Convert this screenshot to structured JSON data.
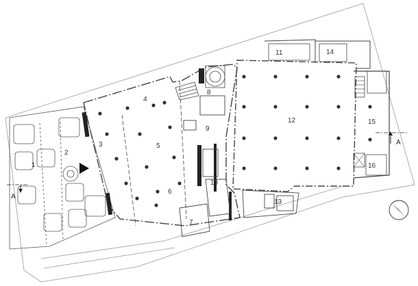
{
  "rooms": [
    {
      "id": "1",
      "label": "1"
    },
    {
      "id": "2",
      "label": "2"
    },
    {
      "id": "3",
      "label": "3"
    },
    {
      "id": "4",
      "label": "4"
    },
    {
      "id": "5",
      "label": "5"
    },
    {
      "id": "6",
      "label": "6"
    },
    {
      "id": "7",
      "label": "7"
    },
    {
      "id": "8",
      "label": "8"
    },
    {
      "id": "9",
      "label": "9"
    },
    {
      "id": "10",
      "label": "10"
    },
    {
      "id": "11",
      "label": "11"
    },
    {
      "id": "12",
      "label": "12"
    },
    {
      "id": "13",
      "label": "13"
    },
    {
      "id": "14",
      "label": "14"
    },
    {
      "id": "15",
      "label": "15"
    },
    {
      "id": "16",
      "label": "16"
    }
  ],
  "section_markers": {
    "left": "A",
    "right": "A"
  },
  "colors": {
    "line": "#444444",
    "light_line": "#9a9a9a",
    "column": "#333333",
    "fill_dark": "#222222"
  },
  "icons": {
    "entrance": "entrance-arrow-icon",
    "north": "north-arrow-icon"
  }
}
